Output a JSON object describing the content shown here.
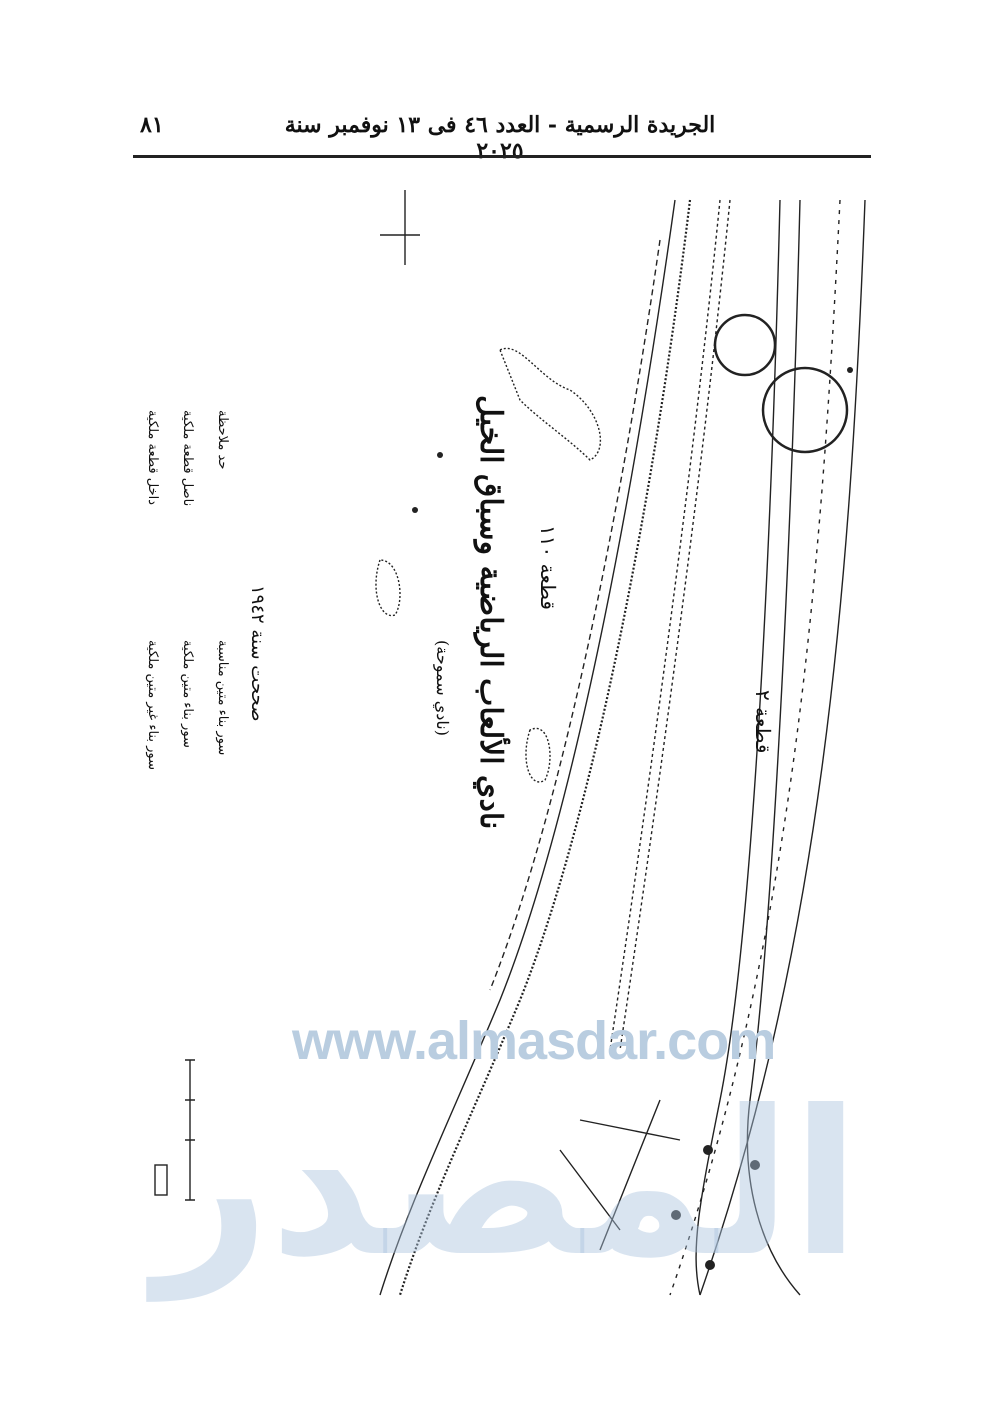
{
  "header": {
    "title": "الجريدة الرسمية - العدد ٤٦ فى ١٣ نوفمبر سنة ٢٠٢٥",
    "page_number": "٨١"
  },
  "map": {
    "main_label": "نادي الألعاب الرياضية وسباق الخيل",
    "sub_label": "(نادي سموحة)",
    "plot_1": "قطعة ١١٠",
    "plot_2": "قطعة ٢",
    "corrected": "صححت سنة ١٩٤٢",
    "legend": [
      "حد ملاحظة",
      "ناصل قطعة ملكية",
      "داخل قطعة ملكية",
      "سور بناء متين مناسبة",
      "سور بناء متين ملكية",
      "سور بناء غير متين ملكية"
    ]
  },
  "watermark": {
    "arabic": "المصدر",
    "url": "www.almasdar.com"
  }
}
